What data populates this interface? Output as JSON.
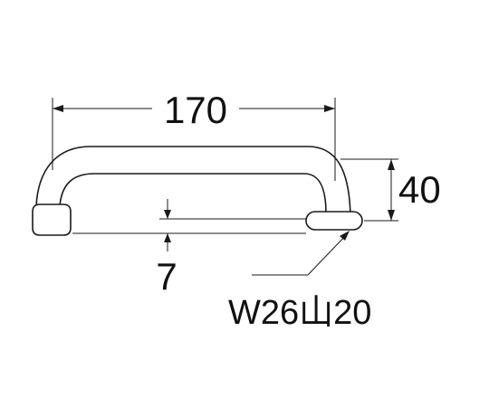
{
  "dimensions": {
    "length": "170",
    "height": "40",
    "offset": "7",
    "thread_spec": "W26山20"
  },
  "colors": {
    "line": "#1a1a1a",
    "background": "#ffffff"
  }
}
